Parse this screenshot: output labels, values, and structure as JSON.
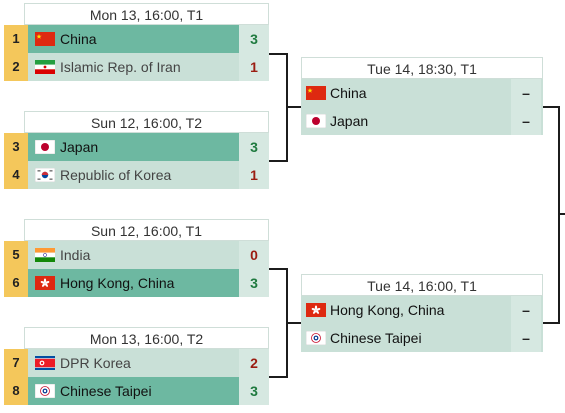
{
  "matches": {
    "m1": {
      "header": "Mon 13, 16:00, T1",
      "rows": [
        {
          "seed": "1",
          "team": "China",
          "score": "3"
        },
        {
          "seed": "2",
          "team": "Islamic Rep. of Iran",
          "score": "1"
        }
      ]
    },
    "m2": {
      "header": "Sun 12, 16:00, T2",
      "rows": [
        {
          "seed": "3",
          "team": "Japan",
          "score": "3"
        },
        {
          "seed": "4",
          "team": "Republic of Korea",
          "score": "1"
        }
      ]
    },
    "m3": {
      "header": "Sun 12, 16:00, T1",
      "rows": [
        {
          "seed": "5",
          "team": "India",
          "score": "0"
        },
        {
          "seed": "6",
          "team": "Hong Kong, China",
          "score": "3"
        }
      ]
    },
    "m4": {
      "header": "Mon 13, 16:00, T2",
      "rows": [
        {
          "seed": "7",
          "team": "DPR Korea",
          "score": "2"
        },
        {
          "seed": "8",
          "team": "Chinese Taipei",
          "score": "3"
        }
      ]
    },
    "semi1": {
      "header": "Tue 14, 18:30, T1",
      "rows": [
        {
          "team": "China",
          "score": "–"
        },
        {
          "team": "Japan",
          "score": "–"
        }
      ]
    },
    "semi2": {
      "header": "Tue 14, 16:00, T1",
      "rows": [
        {
          "team": "Hong Kong, China",
          "score": "–"
        },
        {
          "team": "Chinese Taipei",
          "score": "–"
        }
      ]
    }
  },
  "flags": {
    "china": "flag-china-icon",
    "iran": "flag-iran-icon",
    "japan": "flag-japan-icon",
    "korea": "flag-korea-icon",
    "india": "flag-india-icon",
    "hongkong": "flag-hongkong-icon",
    "dprk": "flag-dprk-icon",
    "taipei": "flag-chinese-taipei-icon"
  },
  "colors": {
    "winner_row": "#6db8a1",
    "loser_row": "#c9e0d7",
    "seed_bg": "#f4c75b",
    "win_score": "#1f7a3f",
    "lose_score": "#9b1d12"
  }
}
